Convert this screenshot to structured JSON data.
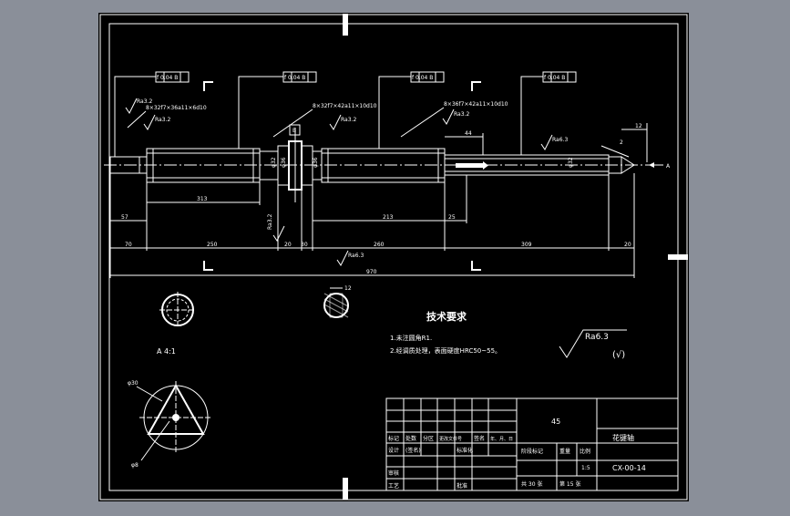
{
  "drawing": {
    "tolerances": [
      "f 0.04 B",
      "f 0.04 B",
      "f 0.04 B",
      "f 0.04 B"
    ],
    "datum": "B",
    "spline_callouts": [
      "8×32f7×36a11×6d10",
      "8×32f7×42a11×10d10",
      "8×36f7×42a11×10d10"
    ],
    "roughness_marks": [
      "Ra3.2",
      "Ra3.2",
      "Ra3.2",
      "Ra3.2",
      "Ra6.3",
      "Ra6.3",
      "Ra3.2"
    ],
    "section_labels": [
      "φ32",
      "φ36",
      "φ36",
      "φ32"
    ],
    "dimensions": {
      "d313": "313",
      "d57": "57",
      "d70": "70",
      "d250": "250",
      "d20a": "20",
      "d30": "30",
      "d260": "260",
      "d213": "213",
      "d25": "25",
      "d309": "309",
      "d20b": "20",
      "d970": "970",
      "d44": "44",
      "d12": "12",
      "d2": "2",
      "d12b": "12",
      "dRa": "Ra6.3"
    },
    "view_a_arrow": "A",
    "view_a_title": "A 4:1",
    "view_a_labels": [
      "φ30",
      "φ8"
    ]
  },
  "tech_req": {
    "title": "技术要求",
    "line1": "1.未注圆角R1.",
    "line2": "2.经调质处理，表面硬度HRC50~55。",
    "roughness_general": "Ra6.3",
    "roughness_paren": "(√)"
  },
  "title_block": {
    "material": "45",
    "part_name": "花键轴",
    "drawing_no": "CX-00-14",
    "scale_label": "比例",
    "scale": "1:5",
    "weight_label": "重量",
    "stage_label": "阶段标记",
    "sheets": "共 30 张",
    "sheet": "第 15 张",
    "row_headers": [
      "标记",
      "处数",
      "分区",
      "更改文件号",
      "签名",
      "年、月、日"
    ],
    "design": "设计",
    "design_name": "(签名)",
    "std": "标准化",
    "check": "审核",
    "process": "工艺",
    "approve": "批准"
  }
}
